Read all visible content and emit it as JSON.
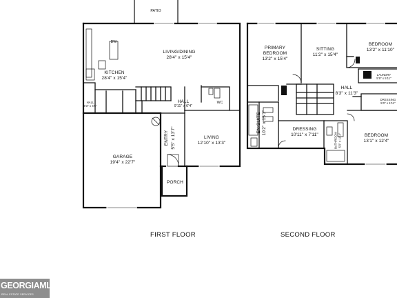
{
  "floors": {
    "first": {
      "title": "FIRST FLOOR",
      "rooms": {
        "patio": "PATIO",
        "dw": "DW",
        "living_dining": {
          "name": "LIVING/DINING",
          "size": "28'4\" x 15'4\""
        },
        "kitchen": {
          "name": "KITCHEN",
          "size": "28'4\" x 15'4\""
        },
        "hall_small": "HALL\n3'3\" x 4'6\"",
        "hall": {
          "name": "HALL",
          "size": "9'11\" x 6'4\""
        },
        "wc": "WC",
        "entry": {
          "name": "ENTRY",
          "size": "5'5\" x 13'7\""
        },
        "living": {
          "name": "LIVING",
          "size": "12'10\" x 13'3\""
        },
        "garage": {
          "name": "GARAGE",
          "size": "19'4\" x 22'7\""
        },
        "porch": "PORCH"
      }
    },
    "second": {
      "title": "SECOND FLOOR",
      "rooms": {
        "primary_bedroom": {
          "name": "PRIMARY\nBEDROOM",
          "size": "13'2\" x 15'4\""
        },
        "sitting": {
          "name": "SITTING",
          "size": "11'2\" x 15'4\""
        },
        "bedroom_top": {
          "name": "BEDROOM",
          "size": "13'2\" x 11'10\""
        },
        "laundry": "LAUNDRY\n5'9\" x 5'11\"",
        "hall": {
          "name": "HALL",
          "size": "8'3\" x 11'3\""
        },
        "en_suite": {
          "name": "EN-SUITE",
          "size": "10'2\" x 15'3\""
        },
        "dressing_small": "DRESSING\n5'0\" x 4'11\"",
        "dressing": {
          "name": "DRESSING",
          "size": "10'11\" x 7'11\""
        },
        "bathroom": {
          "name": "BATHROOM",
          "size": "5'0\" x 10'4\""
        },
        "bedroom_bottom": {
          "name": "BEDROOM",
          "size": "13'1\" x 12'4\""
        }
      }
    }
  },
  "logo": {
    "brand": "GEORGIAMLS",
    "tagline": "REAL ESTATE SERVICES"
  },
  "colors": {
    "wall": "#111111",
    "background": "#ffffff",
    "logo_bg": "#8e8e8e"
  }
}
